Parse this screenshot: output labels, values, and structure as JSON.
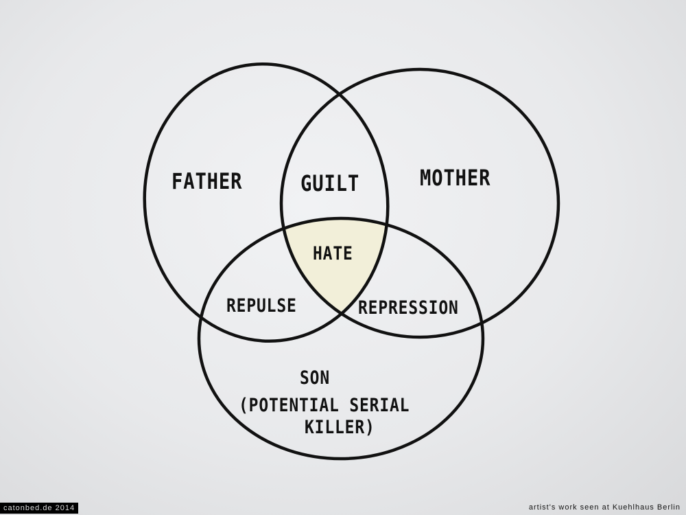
{
  "diagram": {
    "type": "venn",
    "sets": [
      "FATHER",
      "MOTHER",
      "SON"
    ],
    "labels": {
      "father": "FATHER",
      "mother": "MOTHER",
      "son": "SON",
      "son_note_1": "(POTENTIAL SERIAL",
      "son_note_2": "KILLER)",
      "father_mother": "GUILT",
      "father_son": "REPULSE",
      "mother_son": "REPRESSION",
      "all_three": "HATE"
    },
    "highlight_color": "#f2efd9",
    "line_color": "#111111"
  },
  "credits": {
    "left": "catonbed.de 2014",
    "right": "artist's work seen at Kuehlhaus Berlin"
  }
}
